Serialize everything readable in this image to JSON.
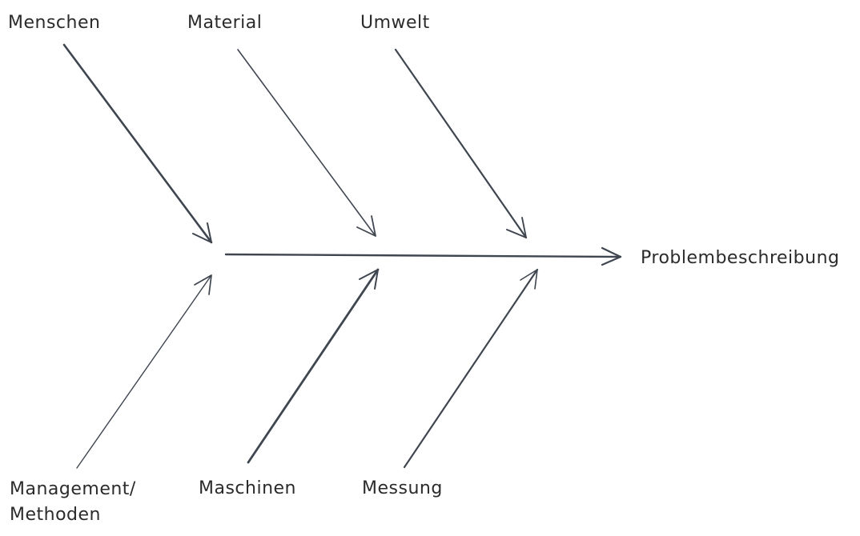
{
  "diagram": {
    "type": "fishbone",
    "effect": "Problembeschreibung",
    "causes_top": [
      "Menschen",
      "Material",
      "Umwelt"
    ],
    "causes_bottom": [
      {
        "line1": "Management/",
        "line2": "Methoden"
      },
      {
        "line1": "Maschinen"
      },
      {
        "line1": "Messung"
      }
    ],
    "colors": {
      "stroke": "#3f4650",
      "text": "#2b2b2b",
      "background": "#ffffff"
    }
  }
}
